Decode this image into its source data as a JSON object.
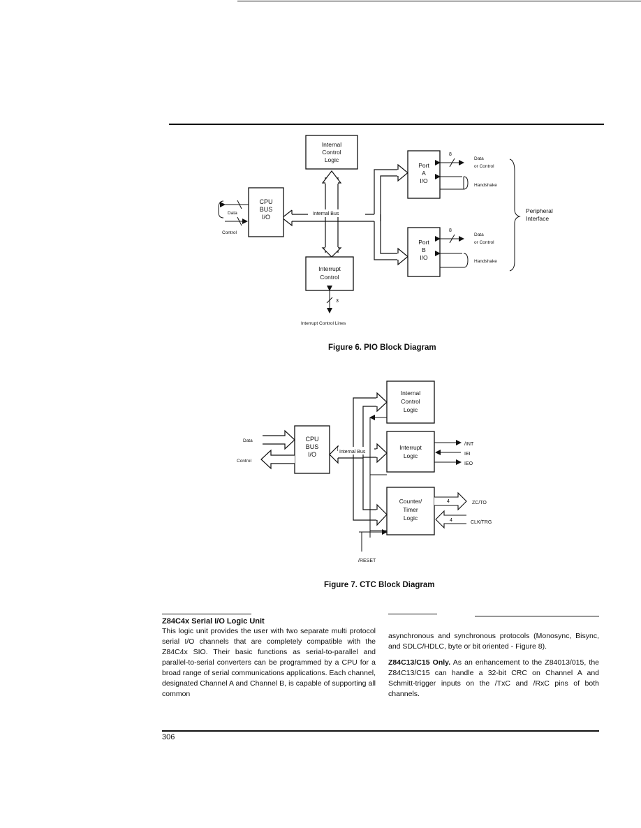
{
  "figure6": {
    "caption": "Figure 6.  PIO Block Diagram",
    "internal_control": [
      "Internal",
      "Control",
      "Logic"
    ],
    "cpu_bus": [
      "CPU",
      "BUS",
      "I/O"
    ],
    "port_a": [
      "Port",
      "A",
      "I/O"
    ],
    "port_b": [
      "Port",
      "B",
      "I/O"
    ],
    "interrupt_control": [
      "Interrupt",
      "Control"
    ],
    "internal_bus": "Internal Bus",
    "data": "Data",
    "control": "Control",
    "bus_width_a": "8",
    "bus_width_b": "8",
    "port_a_data": [
      "Data",
      "or Control"
    ],
    "port_b_data": [
      "Data",
      "or Control"
    ],
    "handshake_a": "Handshake",
    "handshake_b": "Handshake",
    "peripheral": [
      "Peripheral",
      "Interface"
    ],
    "int_lines_width": "3",
    "int_lines": "Interrupt Control Lines"
  },
  "figure7": {
    "caption": "Figure 7.  CTC Block Diagram",
    "internal_control": [
      "Internal",
      "Control",
      "Logic"
    ],
    "cpu_bus": [
      "CPU",
      "BUS",
      "I/O"
    ],
    "interrupt_logic": [
      "Interrupt",
      "Logic"
    ],
    "counter": [
      "Counter/",
      "Timer",
      "Logic"
    ],
    "data": "Data",
    "control": "Control",
    "internal_bus": "Internal Bus",
    "int": "/INT",
    "iei": "IEI",
    "ieo": "IEO",
    "zc_width": "4",
    "zc": "ZC/TO",
    "clk_width": "4",
    "clk": "CLK/TRG",
    "reset": "/RESET"
  },
  "section": {
    "title": "Z84C4x Serial I/O Logic Unit",
    "left_text": "This logic unit provides the user with two separate multi protocol serial I/O channels that are completely compatible with the Z84C4x SIO. Their basic functions as serial-to-parallel and parallel-to-serial converters can be programmed by a CPU for a broad range of serial communications applications. Each channel, designated Channel A and Channel B, is capable of supporting all common",
    "right_text_1": "asynchronous and synchronous protocols (Monosync, Bisync, and SDLC/HDLC, byte or bit oriented - Figure 8).",
    "right_lead": "Z84C13/C15 Only.",
    "right_text_2": " As an enhancement to the Z84013/015, the Z84C13/C15 can handle a 32-bit CRC on Channel A and Schmitt-trigger inputs on the /TxC and /RxC pins of both channels."
  },
  "page_number": "306"
}
